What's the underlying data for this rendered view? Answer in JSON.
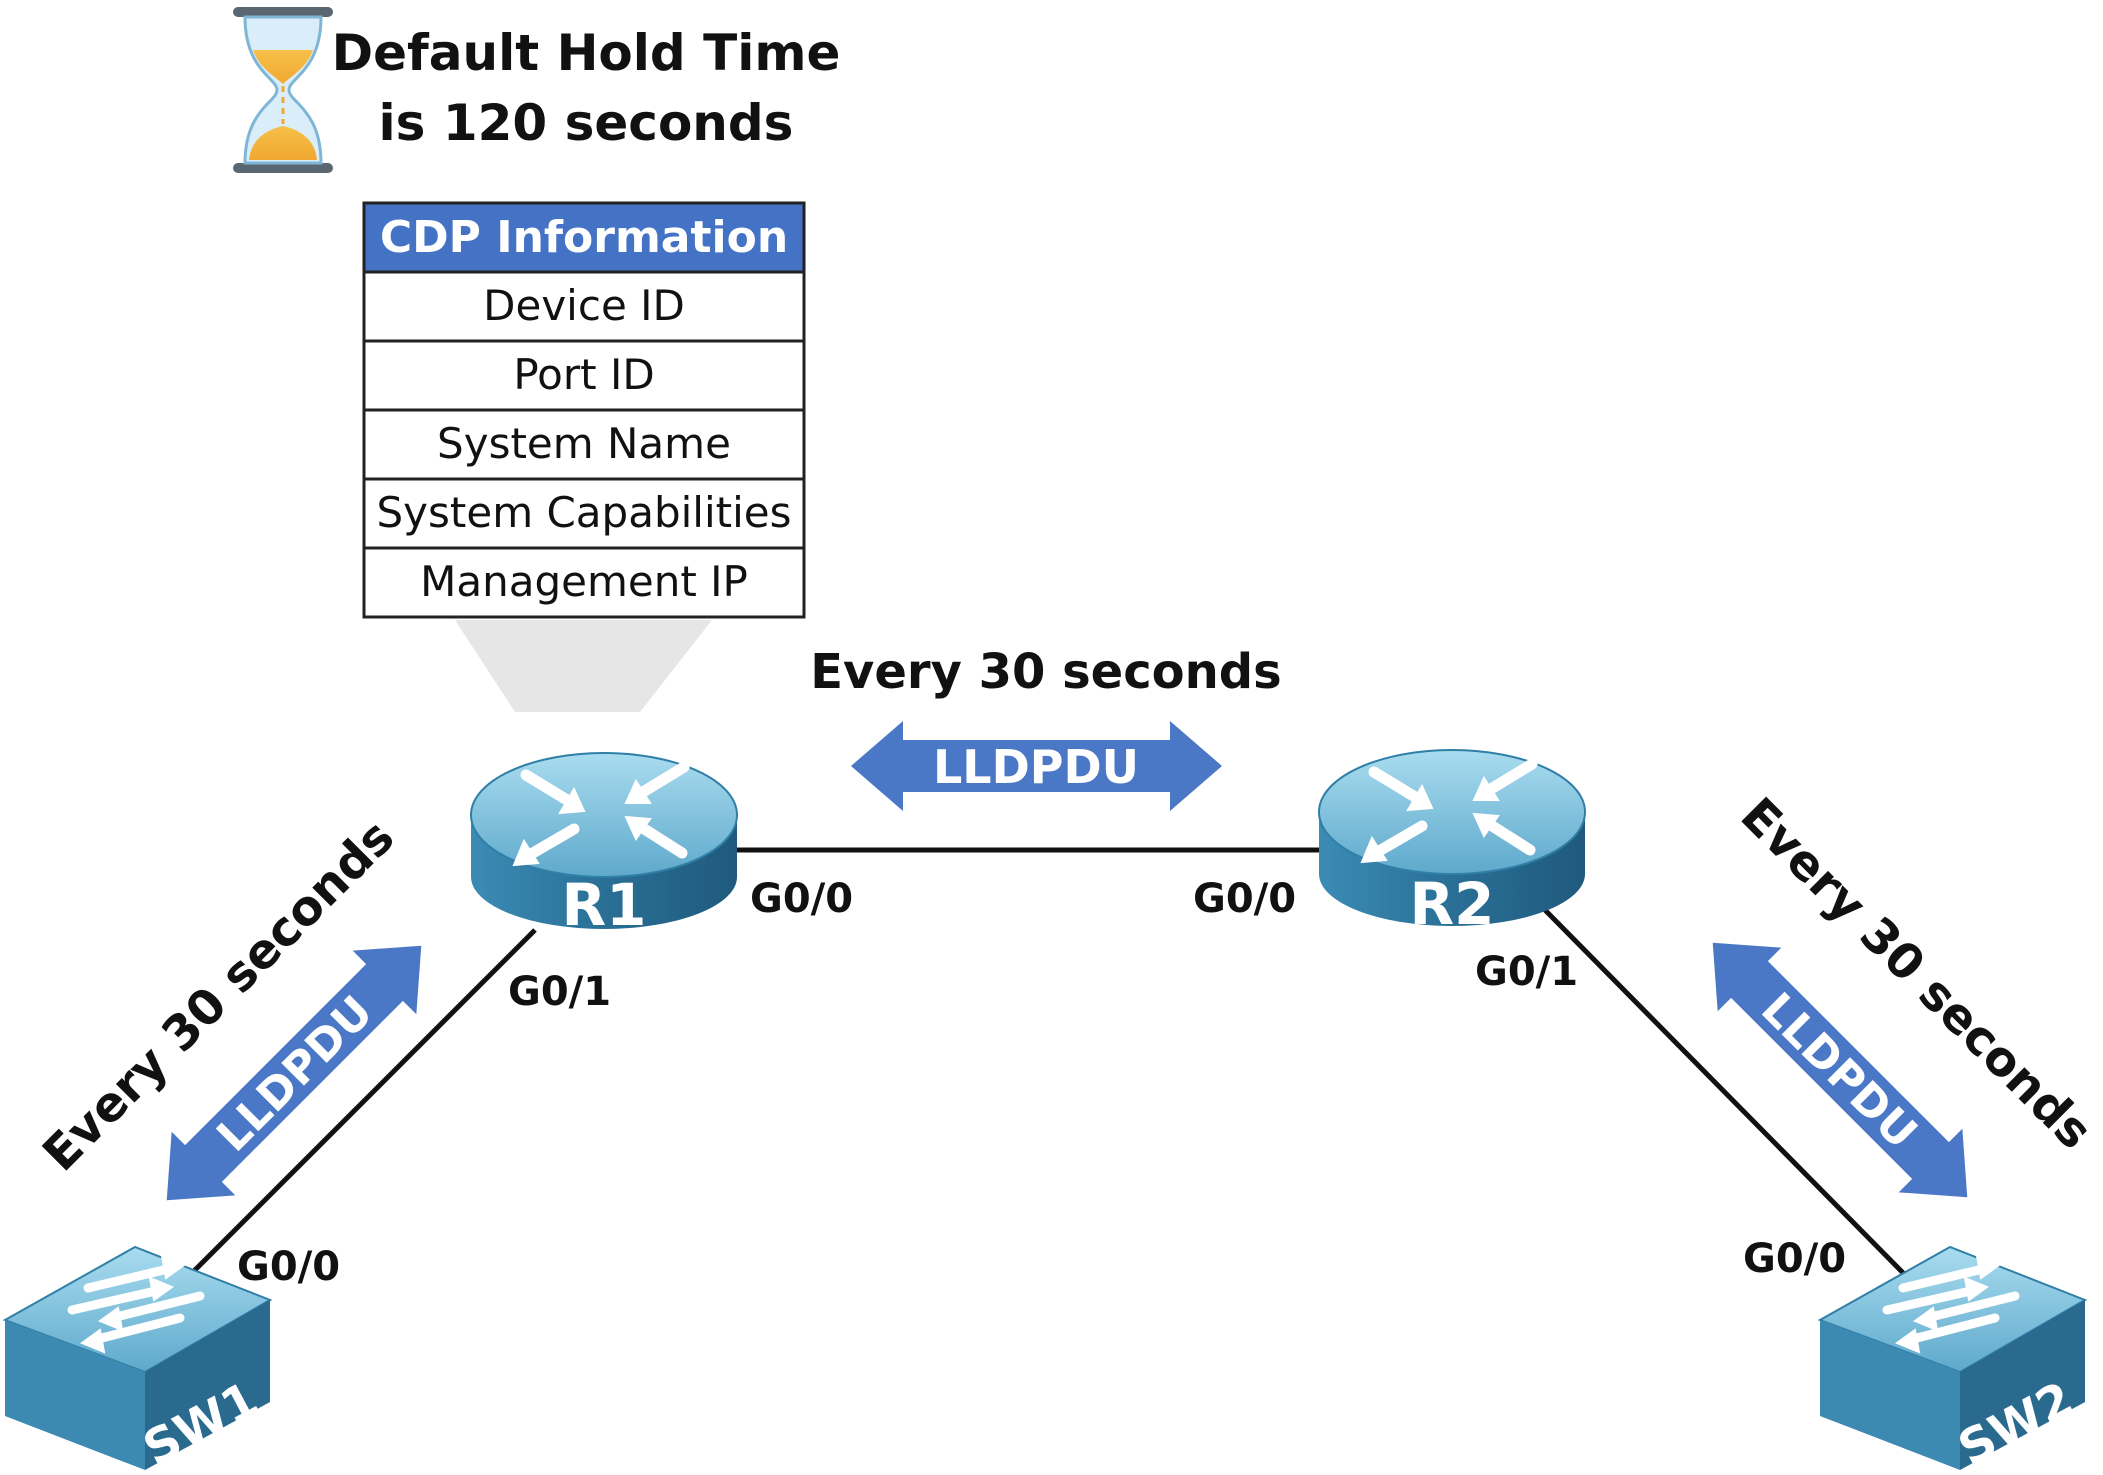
{
  "hold_time": {
    "line1": "Default Hold Time",
    "line2": "is 120 seconds",
    "icon": "hourglass-icon"
  },
  "table": {
    "header": "CDP Information",
    "rows": [
      "Device ID",
      "Port ID",
      "System Name",
      "System Capabilities",
      "Management IP"
    ]
  },
  "devices": {
    "r1": "R1",
    "r2": "R2",
    "sw1": "SW1",
    "sw2": "SW2"
  },
  "interfaces": {
    "r1_g00": "G0/0",
    "r1_g01": "G0/1",
    "r2_g00": "G0/0",
    "r2_g01": "G0/1",
    "sw1_g00": "G0/0",
    "sw2_g00": "G0/0"
  },
  "links": {
    "top": {
      "timer": "Every 30 seconds",
      "pdu": "LLDPDU"
    },
    "left": {
      "timer": "Every 30 seconds",
      "pdu": "LLDPDU"
    },
    "right": {
      "timer": "Every 30 seconds",
      "pdu": "LLDPDU"
    }
  },
  "colors": {
    "arrow": "#4a78c6",
    "table_header": "#4472c4",
    "device_top": "#8ccbe3",
    "device_side": "#2f7fa6",
    "callout": "#e6e6e6"
  }
}
